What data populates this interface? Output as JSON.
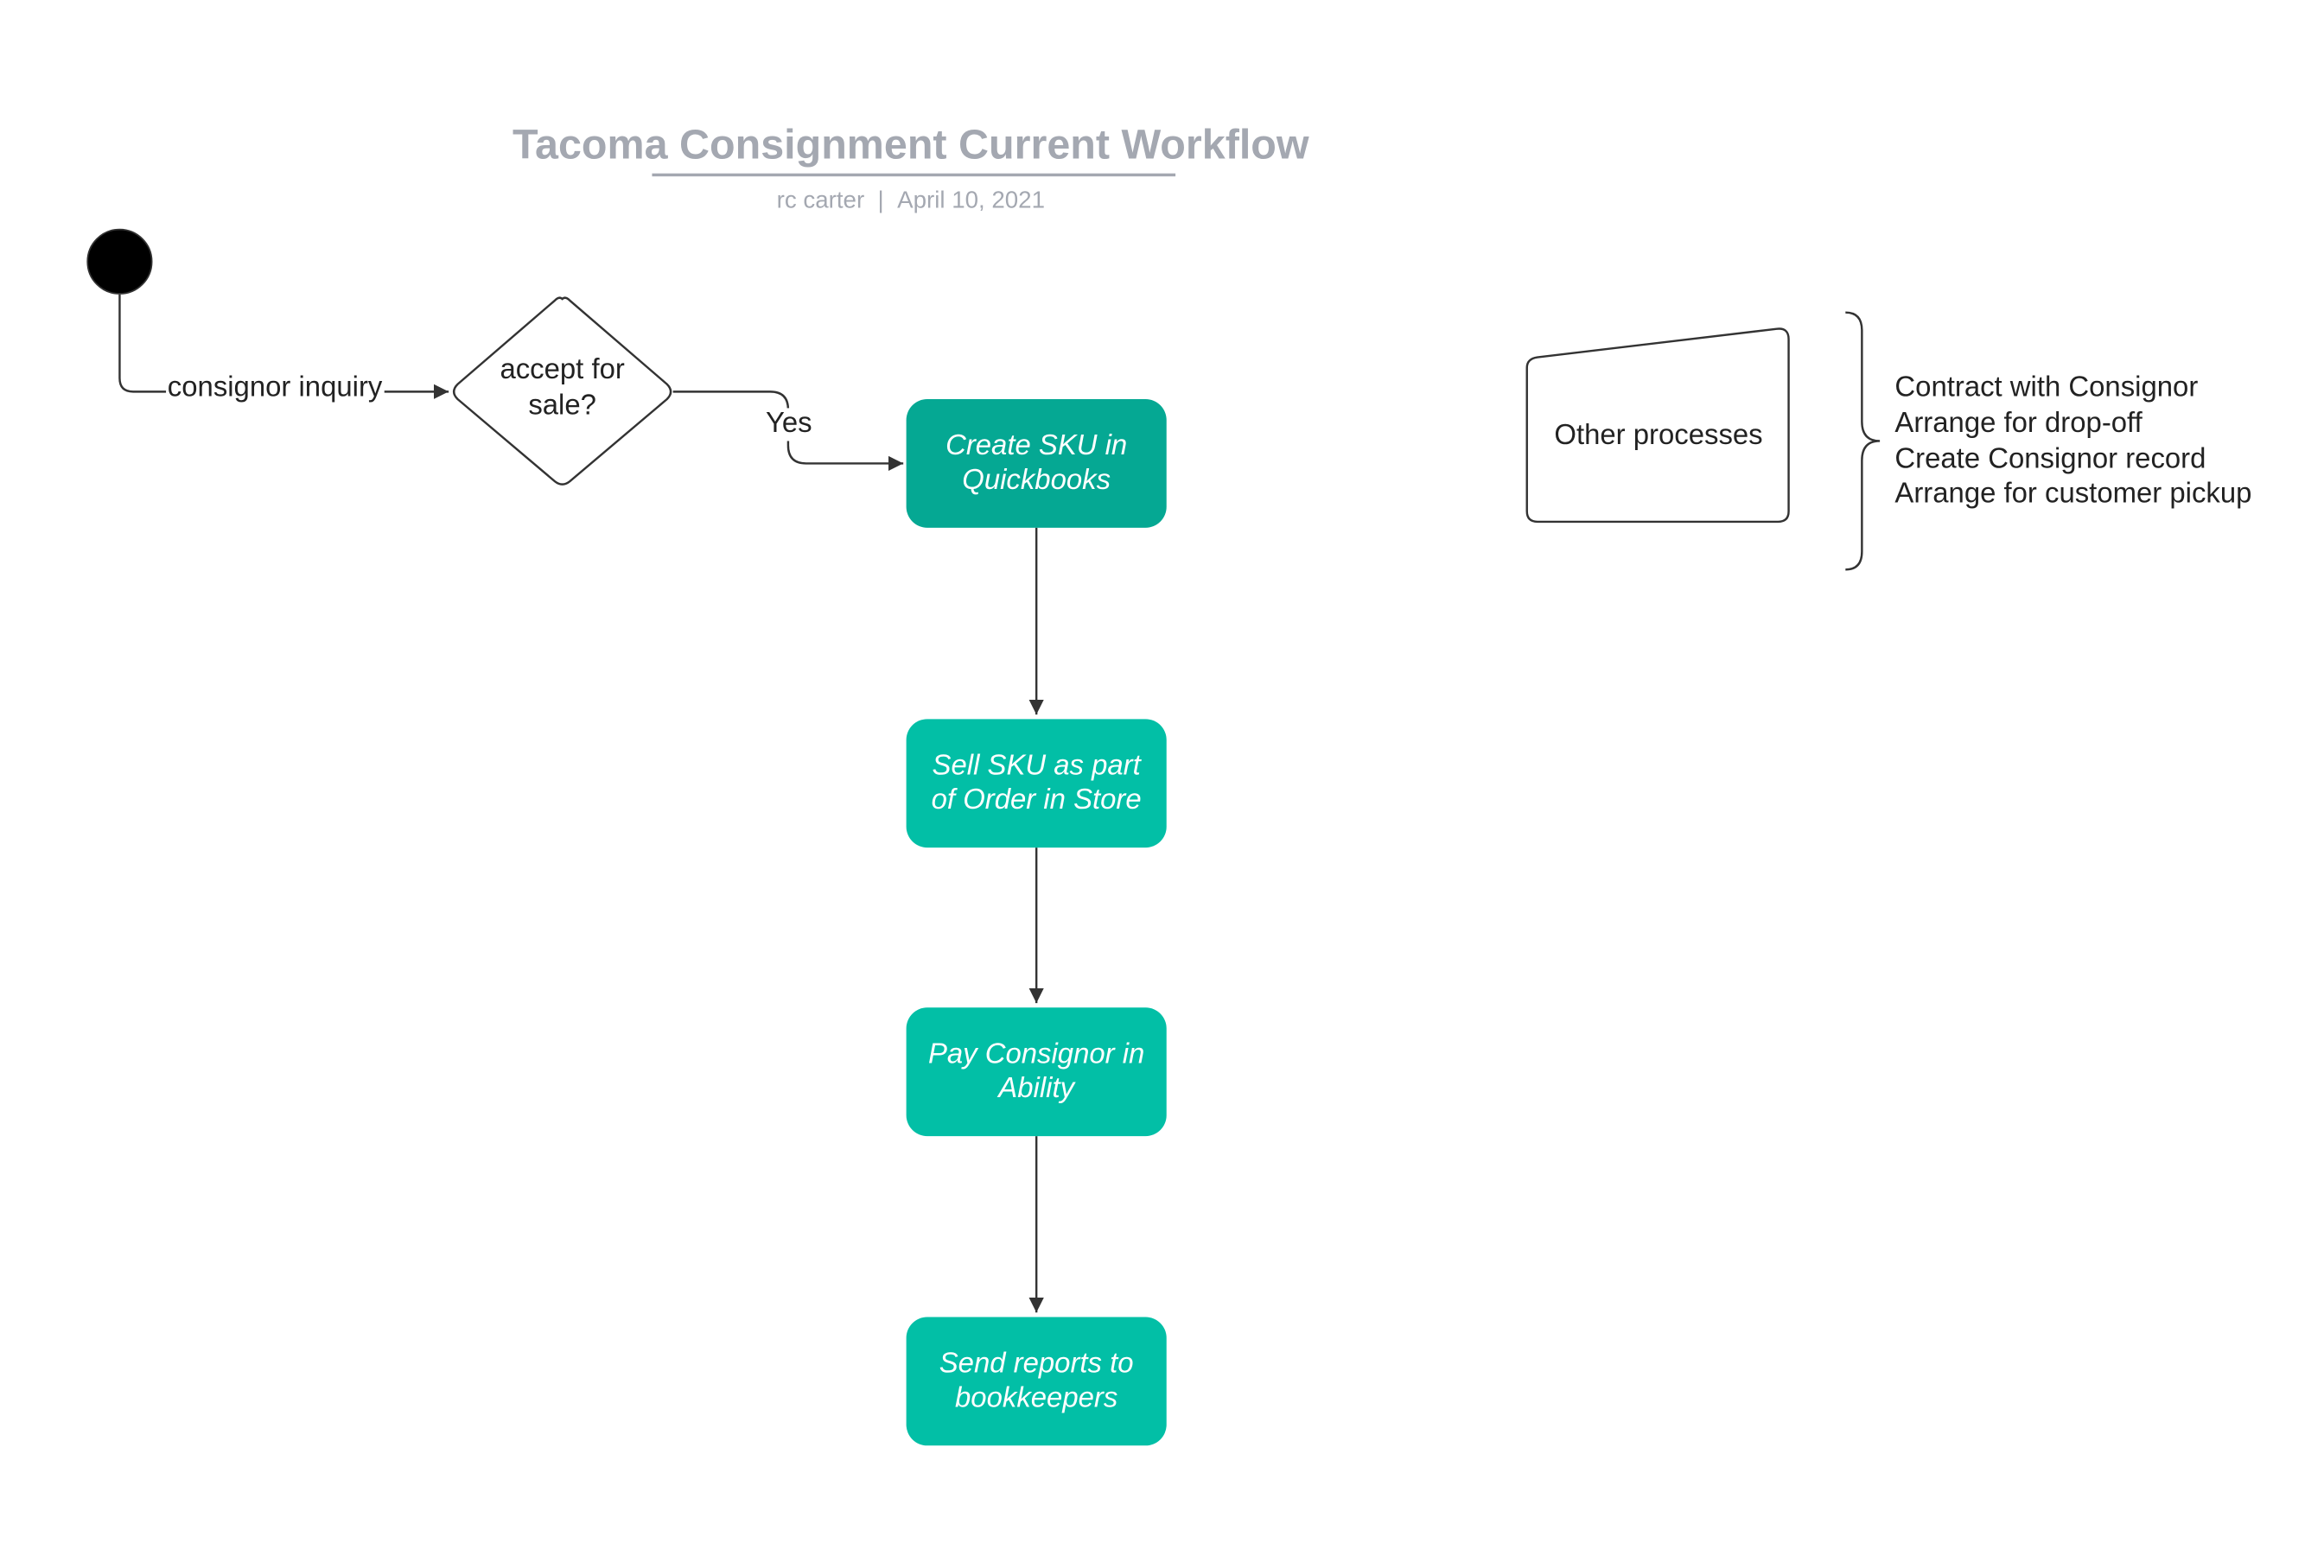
{
  "diagram": {
    "title": "Tacoma Consignment Current Workflow",
    "author": "rc carter",
    "separator": "|",
    "date": "April 10, 2021",
    "start_node": "initial state",
    "edges": {
      "inquiry_label": "consignor inquiry",
      "yes_label": "Yes"
    },
    "decision": {
      "label": "accept for sale?"
    },
    "steps": [
      {
        "label": "Create SKU in Quickbooks",
        "color": "#05a893"
      },
      {
        "label": "Sell SKU as part of Order in Store",
        "color": "#02bfa6"
      },
      {
        "label": "Pay Consignor in Ability",
        "color": "#02bfa6"
      },
      {
        "label": "Send reports to bookkeepers",
        "color": "#02bfa6"
      }
    ],
    "other": {
      "label": "Other processes",
      "items": [
        "Contract with Consignor",
        "Arrange for drop-off",
        "Create Consignor record",
        "Arrange for customer pickup"
      ]
    },
    "colors": {
      "title": "#a4a8b1",
      "line": "#333333",
      "step_primary": "#05a893",
      "step_secondary": "#02bfa6"
    }
  }
}
